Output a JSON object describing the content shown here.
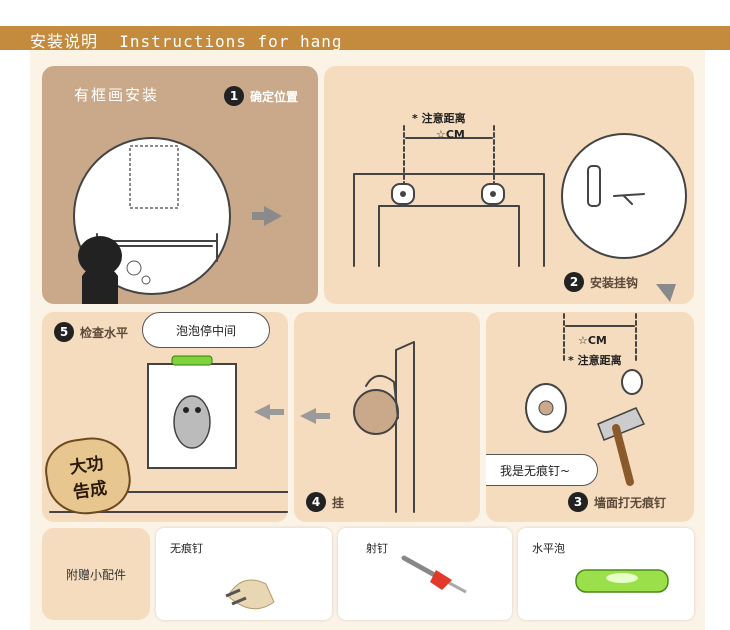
{
  "header": {
    "title": "安装说明  Instructions for hang",
    "bar_color": "#c48a3d"
  },
  "panel1": {
    "title": "有框画安装",
    "step_number": "1",
    "step_label": "确定位置",
    "bg_color": "#c9a98a"
  },
  "panel2": {
    "note": "* 注意距离",
    "distance": "☆CM",
    "step_number": "2",
    "step_label": "安装挂钩"
  },
  "panel3": {
    "distance": "☆CM",
    "note": "* 注意距离",
    "bubble": "我是无痕钉~",
    "step_number": "3",
    "step_label": "墙面打无痕钉"
  },
  "panel4": {
    "step_number": "4",
    "step_label": "挂"
  },
  "panel5": {
    "step_number": "5",
    "step_label": "检查水平",
    "bubble": "泡泡停中间",
    "stamp_line1": "大功",
    "stamp_line2": "告成"
  },
  "accessories": {
    "title": "附赠小配件",
    "items": [
      {
        "label": "无痕钉"
      },
      {
        "label": "射钉"
      },
      {
        "label": "水平泡"
      }
    ]
  },
  "colors": {
    "panel_bg": "#f6dcbf",
    "panel1_bg": "#c9a98a",
    "accent_text": "#5b4a3a"
  }
}
